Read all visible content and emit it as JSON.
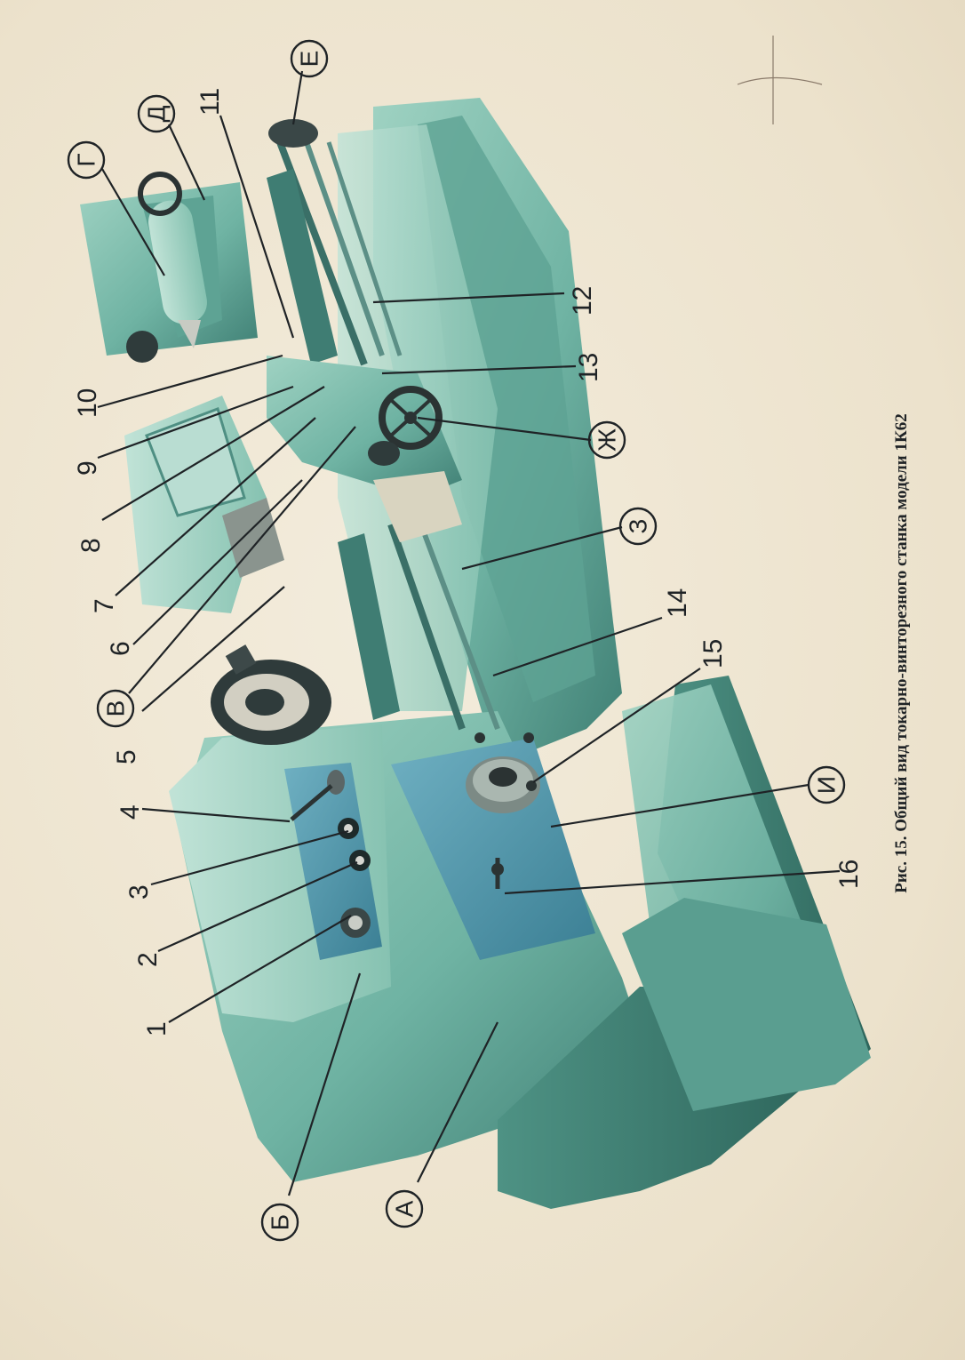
{
  "caption": "Рис. 15. Общий вид токарно-винторезного станка модели 1К62",
  "number_labels": [
    "1",
    "2",
    "3",
    "4",
    "5",
    "6",
    "7",
    "8",
    "9",
    "10",
    "11",
    "12",
    "13",
    "14",
    "15",
    "16"
  ],
  "letter_labels": [
    "А",
    "Б",
    "В",
    "Г",
    "Д",
    "Е",
    "Ж",
    "З",
    "И"
  ],
  "colors": {
    "paper": "#efe6d2",
    "machine_body": "#6fb3a3",
    "machine_light": "#a9d6c7",
    "machine_dark": "#3f7f74",
    "panel_blue": "#4a93a8",
    "ink": "#1f2326"
  }
}
